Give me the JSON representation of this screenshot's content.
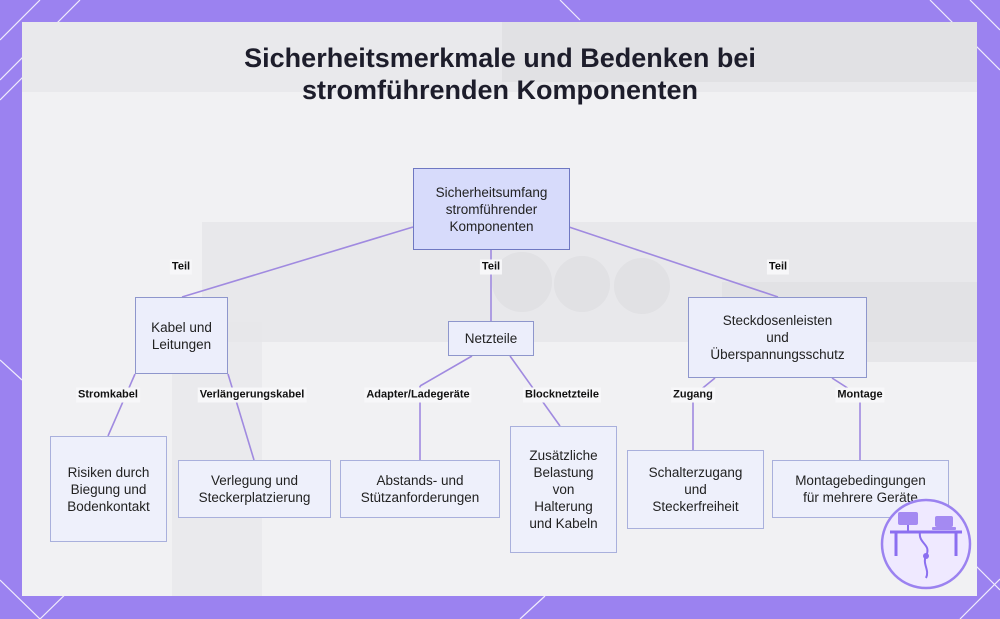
{
  "title": {
    "line1": "Sicherheitsmerkmale und Bedenken bei",
    "line2": "stromführenden Komponenten"
  },
  "nodes": {
    "root": "Sicherheitsumfang\nstromführender\nKomponenten",
    "cables": "Kabel und\nLeitungen",
    "power_supplies": "Netzteile",
    "strips": "Steckdosenleisten\nund\nÜberspannungsschutz",
    "bending": "Risiken durch\nBiegung und\nBodenkontakt",
    "routing": "Verlegung und\nSteckerplatzierung",
    "spacing": "Abstands- und\nStützanforderungen",
    "load": "Zusätzliche\nBelastung\nvon\nHalterung\nund Kabeln",
    "switch": "Schalterzugang\nund\nSteckerfreiheit",
    "mounting": "Montagebedingungen\nfür mehrere Geräte"
  },
  "edge_labels": {
    "teil_left": "Teil",
    "teil_mid": "Teil",
    "teil_right": "Teil",
    "stromkabel": "Stromkabel",
    "verlaengerung": "Verlängerungskabel",
    "adapter": "Adapter/Ladegeräte",
    "blocknetzteile": "Blocknetzteile",
    "zugang": "Zugang",
    "montage": "Montage"
  },
  "colors": {
    "frame": "#9b82f0",
    "edge": "#a08ae0",
    "node_border": "#8e96cc",
    "node_fill": "#eceefb"
  },
  "logo_icon": "desk-setup-icon"
}
